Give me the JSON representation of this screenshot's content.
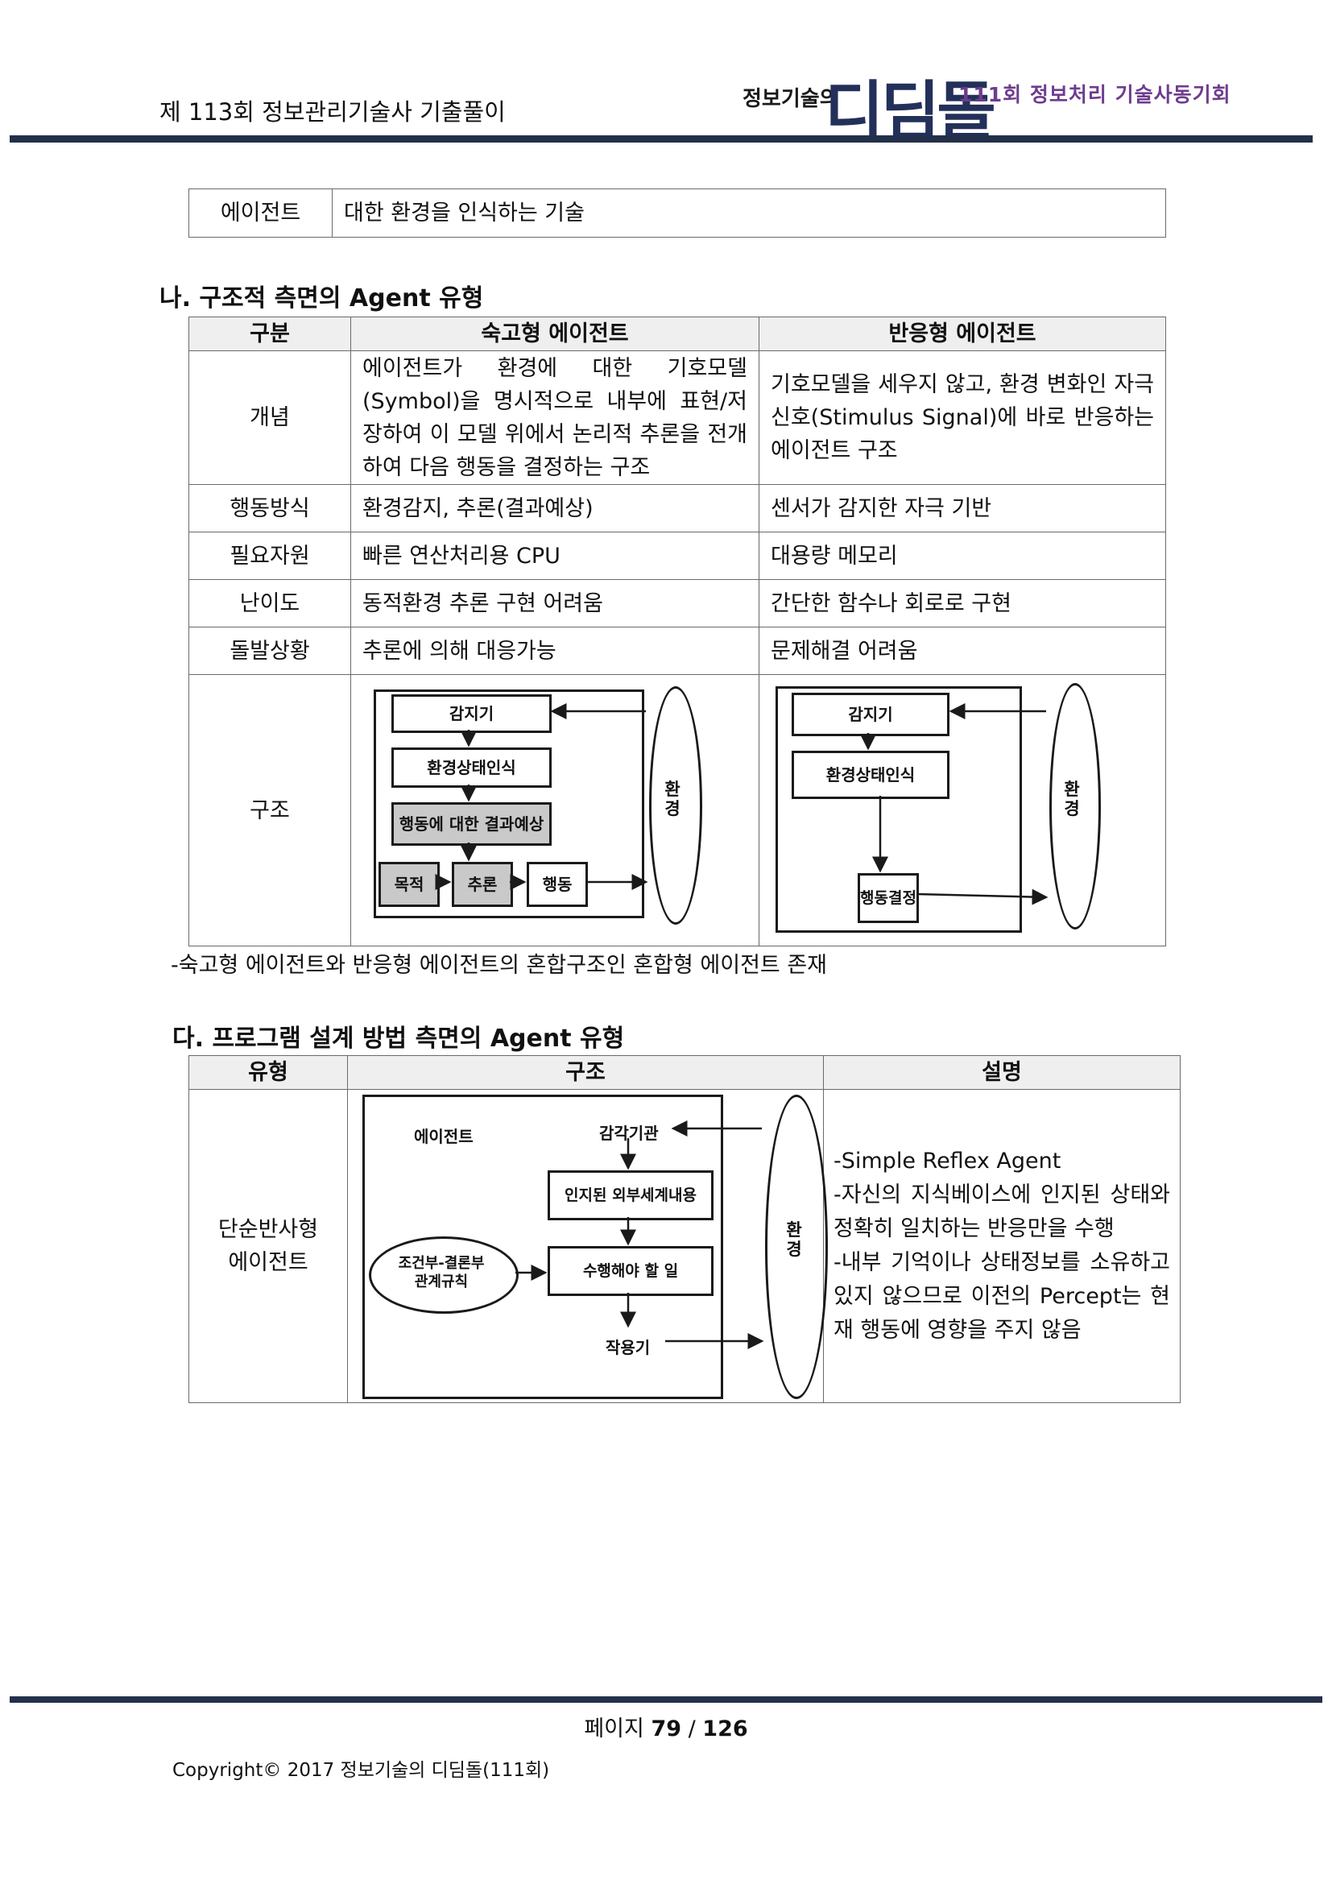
{
  "header": {
    "title": "제 113회 정보관리기술사 기출풀이",
    "logo_small": "정보기술의",
    "logo_big": "디딤돌",
    "logo_tag": "111회 정보처리 기술사동기회"
  },
  "top_table": {
    "rows": [
      [
        "에이전트",
        "대한 환경을 인식하는 기술"
      ]
    ]
  },
  "section_na": {
    "heading": "나. 구조적 측면의 Agent 유형",
    "headers": [
      "구분",
      "숙고형 에이전트",
      "반응형 에이전트"
    ],
    "rows": [
      [
        "개념",
        "에이전트가 환경에 대한 기호모델(Symbol)을 명시적으로 내부에 표현/저장하여 이 모델 위에서 논리적 추론을 전개하여 다음 행동을 결정하는 구조",
        "기호모델을 세우지 않고, 환경 변화인 자극신호(Stimulus Signal)에 바로 반응하는 에이전트 구조"
      ],
      [
        "행동방식",
        "환경감지, 추론(결과예상)",
        "센서가 감지한 자극 기반"
      ],
      [
        "필요자원",
        "빠른 연산처리용 CPU",
        "대용량 메모리"
      ],
      [
        "난이도",
        "동적환경 추론 구현 어려움",
        "간단한 함수나 회로로 구현"
      ],
      [
        "돌발상황",
        "추론에 의해 대응가능",
        "문제해결 어려움"
      ]
    ],
    "structure_label": "구조",
    "deliberative_diagram": {
      "sensor": "감지기",
      "state": "환경상태인식",
      "predict": "행동에 대한 결과예상",
      "goal": "목적",
      "reason": "추론",
      "action": "행동",
      "env": "환경"
    },
    "reactive_diagram": {
      "sensor": "감지기",
      "state": "환경상태인식",
      "decide": "행동결정",
      "env": "환경"
    },
    "note": "-숙고형 에이전트와 반응형 에이전트의 혼합구조인 혼합형 에이전트 존재"
  },
  "section_da": {
    "heading": "다. 프로그램 설계 방법 측면의 Agent 유형",
    "headers": [
      "유형",
      "구조",
      "설명"
    ],
    "type": "단순반사형 에이전트",
    "diagram": {
      "agent": "에이전트",
      "sensors": "감각기관",
      "percept": "인지된 외부세계내용",
      "rules": "조건부-결론부 관계규칙",
      "todo": "수행해야 할 일",
      "effector": "작용기",
      "env": "환경"
    },
    "description": [
      "-Simple Reflex Agent",
      "-자신의 지식베이스에 인지된 상태와 정확히 일치하는 반응만을 수행",
      "-내부 기억이나 상태정보를 소유하고 있지 않으므로 이전의 Percept는 현재 행동에 영향을 주지 않음"
    ]
  },
  "footer": {
    "page_prefix": "페이지 ",
    "page_current": "79",
    "page_sep": " / ",
    "page_total": "126",
    "copyright": "Copyright© 2017 정보기술의 디딤돌(111회)"
  }
}
